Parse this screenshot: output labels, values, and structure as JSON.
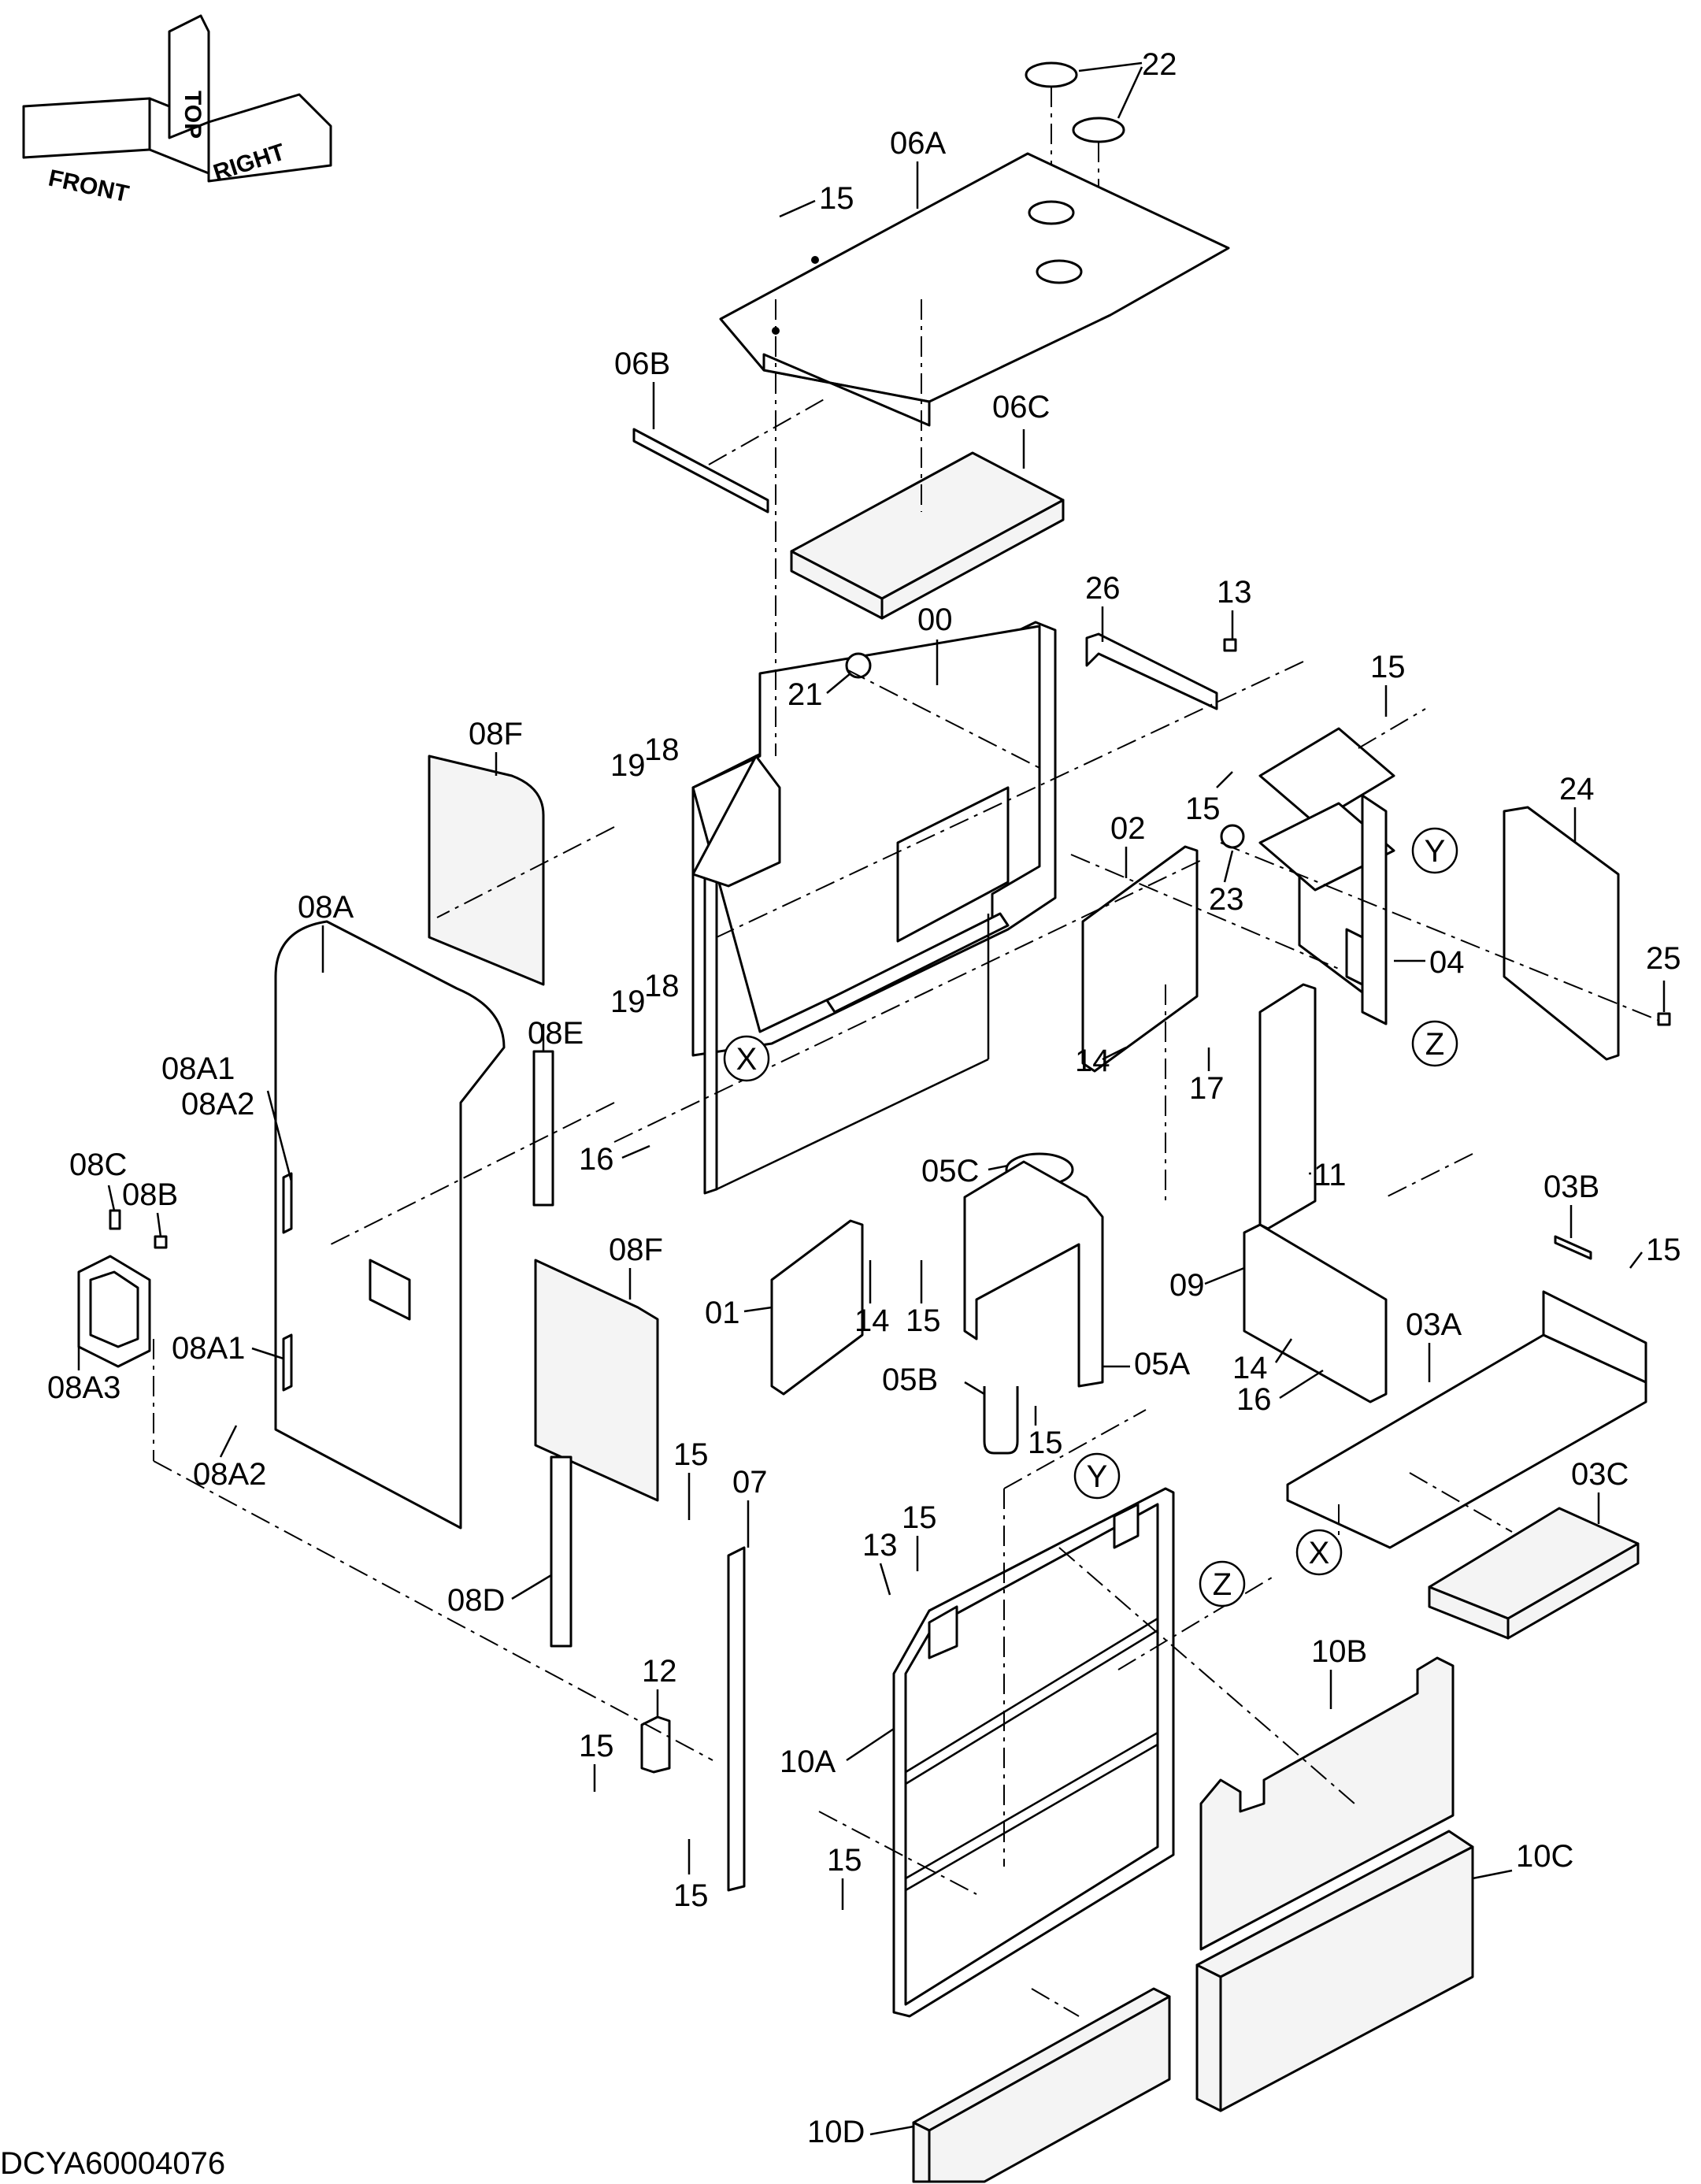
{
  "drawing_id": "DCYA60004076",
  "orientation": {
    "front": "FRONT",
    "top": "TOP",
    "right": "RIGHT"
  },
  "parts": {
    "p00": "00",
    "p01": "01",
    "p02": "02",
    "p03A": "03A",
    "p03B": "03B",
    "p03C": "03C",
    "p04": "04",
    "p05A": "05A",
    "p05B": "05B",
    "p05C": "05C",
    "p06A": "06A",
    "p06B": "06B",
    "p06C": "06C",
    "p07": "07",
    "p08A": "08A",
    "p08A1": "08A1",
    "p08A2": "08A2",
    "p08A3": "08A3",
    "p08B": "08B",
    "p08C": "08C",
    "p08D": "08D",
    "p08E": "08E",
    "p08F": "08F",
    "p09": "09",
    "p10A": "10A",
    "p10B": "10B",
    "p10C": "10C",
    "p10D": "10D",
    "p11": "11",
    "p12": "12",
    "p13": "13",
    "p14": "14",
    "p15": "15",
    "p16": "16",
    "p17": "17",
    "p18": "18",
    "p19": "19",
    "p21": "21",
    "p22": "22",
    "p23": "23",
    "p24": "24",
    "p25": "25",
    "p26": "26"
  },
  "callouts": {
    "x": "X",
    "y": "Y",
    "z": "Z"
  }
}
